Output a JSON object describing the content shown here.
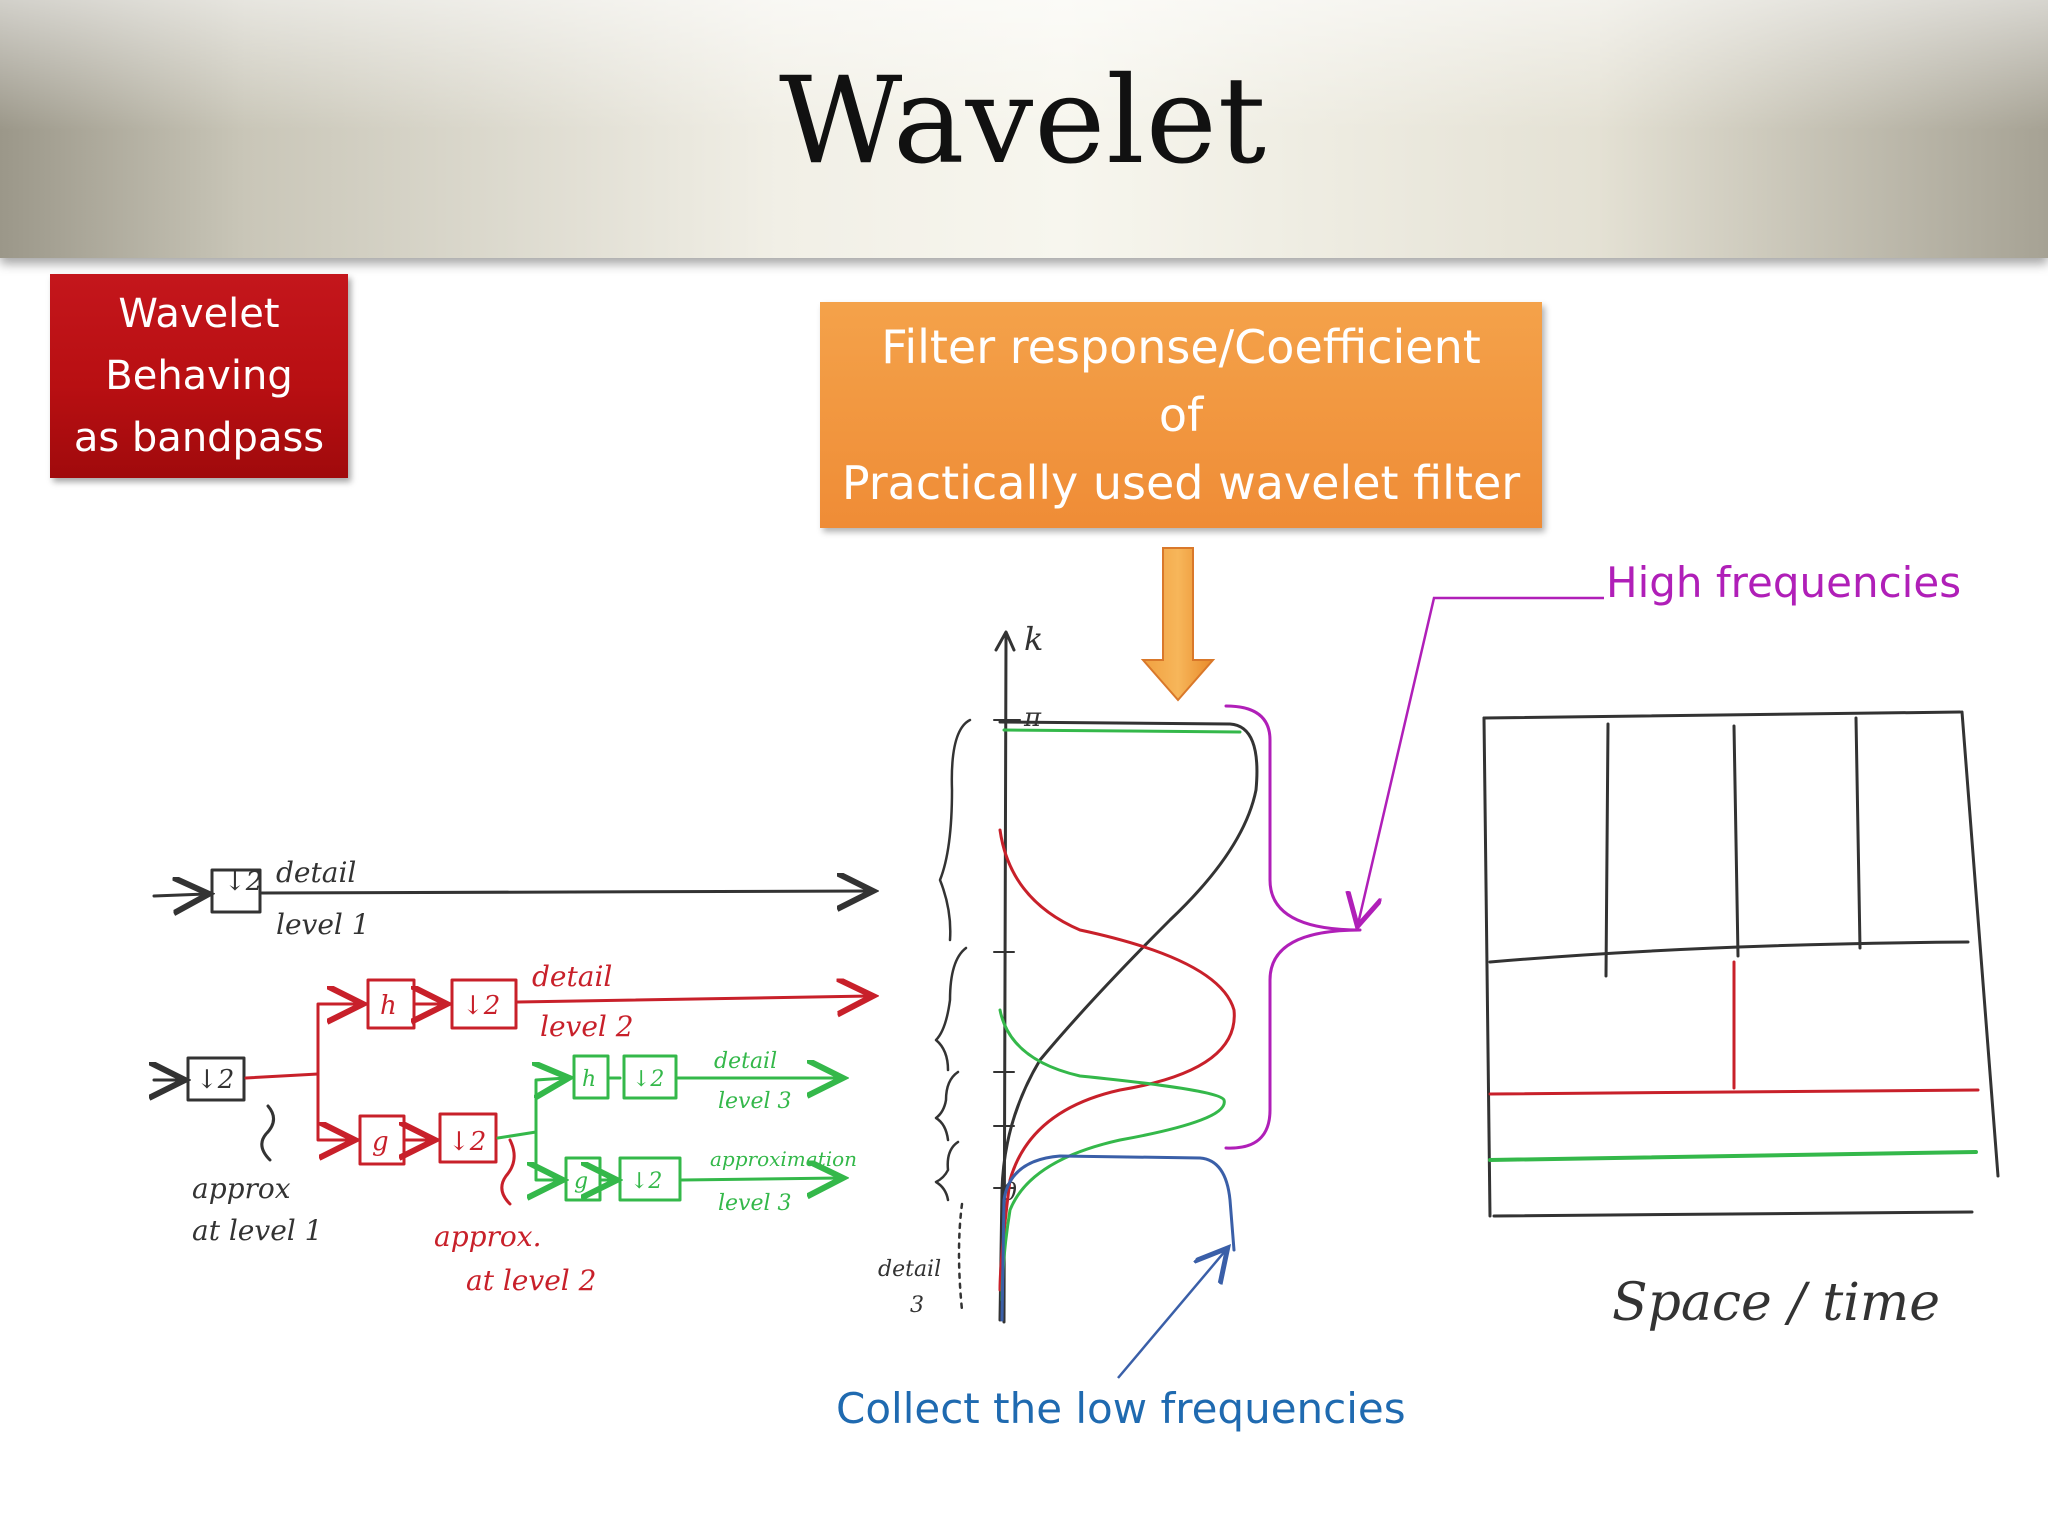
{
  "title": "Wavelet",
  "red_box": {
    "lines": [
      "Wavelet",
      "Behaving",
      "as bandpass"
    ]
  },
  "orange_box": {
    "lines": [
      "Filter response/Coefficient",
      "of",
      "Practically used wavelet filter"
    ]
  },
  "annotations": {
    "high": "High frequencies",
    "low": "Collect the low frequencies"
  },
  "handwritten": {
    "detail_level1": [
      "detail",
      "level 1"
    ],
    "detail_level2": [
      "detail",
      "level 2"
    ],
    "detail_level3": [
      "detail",
      "level 3"
    ],
    "approx_level3": [
      "approximation",
      "level 3"
    ],
    "approx_level1": [
      "approx",
      "at level 1"
    ],
    "approx_level2": [
      "approx.",
      "at level 2"
    ],
    "detail3_axis": [
      "detail",
      "3"
    ],
    "space_time": "Space / time",
    "axis_k": "k",
    "axis_pi": "π",
    "axis_zero": "0",
    "down2": "↓2",
    "filter_h": "h",
    "filter_g": "g"
  },
  "colors": {
    "red": "#c8202a",
    "green": "#34b84a",
    "blue": "#3a5fa8",
    "dark": "#333333",
    "magenta": "#b01fb8",
    "orange": "#ef8c36"
  }
}
